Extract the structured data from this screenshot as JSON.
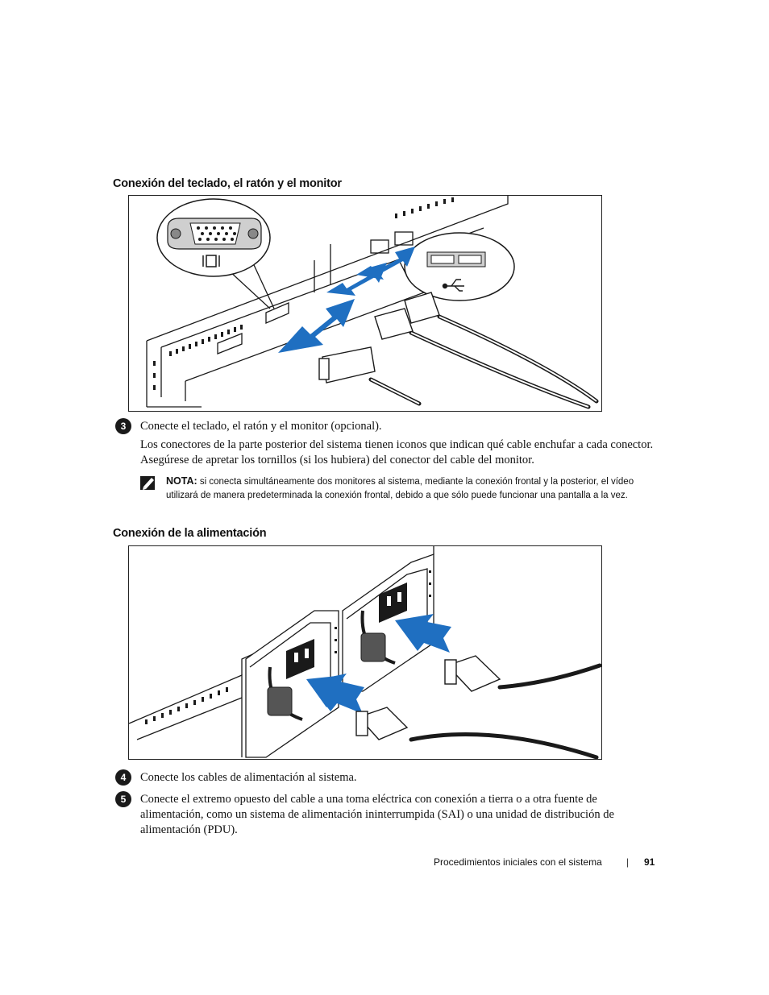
{
  "section_keyboard": {
    "heading": "Conexión del teclado, el ratón y el monitor"
  },
  "step3": {
    "number": "3",
    "text": "Conecte el teclado, el ratón y el monitor (opcional).",
    "paragraph": "Los conectores de la parte posterior del sistema tienen iconos que indican qué cable enchufar a cada conector. Asegúrese de apretar los tornillos (si los hubiera) del conector del cable del monitor."
  },
  "note": {
    "label": "NOTA:",
    "text": "si conecta simultáneamente dos monitores al sistema, mediante la conexión frontal y la posterior, el vídeo utilizará de manera predeterminada la conexión frontal, debido a que sólo puede funcionar una pantalla a la vez."
  },
  "section_power": {
    "heading": "Conexión de la alimentación"
  },
  "step4": {
    "number": "4",
    "text": "Conecte los cables de alimentación al sistema."
  },
  "step5": {
    "number": "5",
    "text": "Conecte el extremo opuesto del cable a una toma eléctrica con conexión a tierra o a otra fuente de alimentación, como un sistema de alimentación ininterrumpida (SAI) o una unidad de distribución de alimentación (PDU)."
  },
  "footer": {
    "title": "Procedimientos iniciales con el sistema",
    "separator": "|",
    "page_number": "91"
  },
  "colors": {
    "arrow_blue": "#1f6fc1",
    "line": "#1a1a1a"
  },
  "icons": [
    "vga-connector-icon",
    "monitor-icon",
    "usb-port-icon",
    "usb-symbol-icon",
    "note-pencil-icon",
    "blue-arrow-icon"
  ]
}
